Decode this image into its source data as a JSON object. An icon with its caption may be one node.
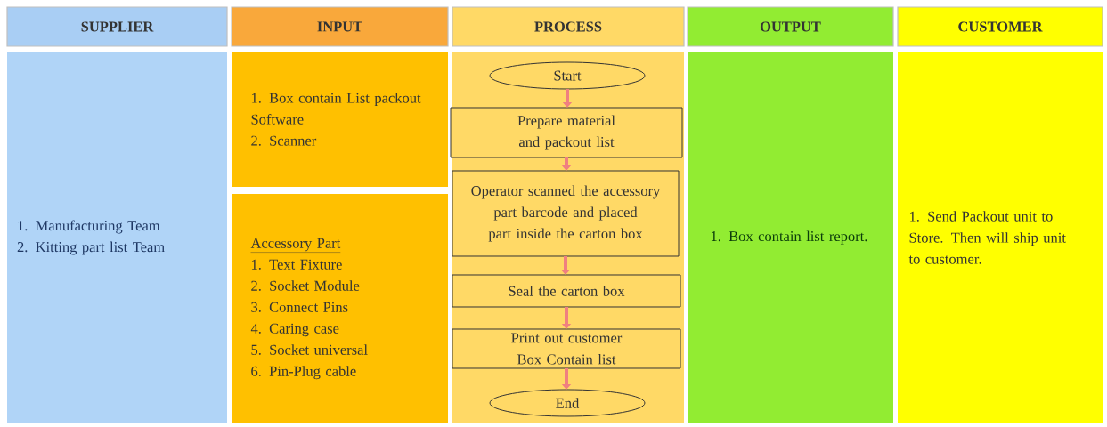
{
  "diagram": {
    "nodes": [
      {
        "text": [
          "SUPPLIER"
        ]
      },
      {
        "text": [
          "INPUT"
        ]
      },
      {
        "text": [
          "PROCESS"
        ]
      },
      {
        "text": [
          "OUTPUT"
        ]
      },
      {
        "text": [
          "CUSTOMER"
        ]
      },
      {
        "text": [
          "1. Manufacturing Team",
          "2. Kitting part list Team"
        ]
      },
      {
        "text": [
          "1.   Box contain List packout Software",
          "2.   Scanner"
        ]
      },
      {
        "text": [
          "Accessory Part",
          "1. Text Fixture",
          "2. Socket Module",
          "3. Connect Pins",
          "4. Caring case",
          "5. Socket universal",
          "6. Pin-Plug cable"
        ]
      },
      {
        "text": [],
        "shape": "box"
      },
      {
        "text": [
          "Start"
        ],
        "in": 8
      },
      {
        "text": [
          "Prepare material and packout list"
        ],
        "in": 8
      },
      {
        "text": [
          "Operator scanned the accessory part barcode and placed part inside the carton box"
        ],
        "in": 8
      },
      {
        "text": [
          "Seal the carton box"
        ],
        "in": 8
      },
      {
        "text": [
          "Print out customer Box Contain list"
        ],
        "in": 8
      },
      {
        "text": [
          "End"
        ],
        "in": 8
      },
      {
        "text": [
          "1.    Box contain list report."
        ]
      },
      {
        "text": [
          "1.    Send Packout unit to Store. Then will ship unit to customer."
        ]
      }
    ],
    "edges": [
      {
        "from": 9,
        "to": 10,
        "arrow": "to"
      },
      {
        "from": 10,
        "to": 11,
        "arrow": "to"
      },
      {
        "from": 11,
        "to": 12,
        "arrow": "to"
      },
      {
        "from": 12,
        "to": 13,
        "arrow": "to"
      },
      {
        "from": 13,
        "to": 14,
        "arrow": "to"
      }
    ]
  }
}
